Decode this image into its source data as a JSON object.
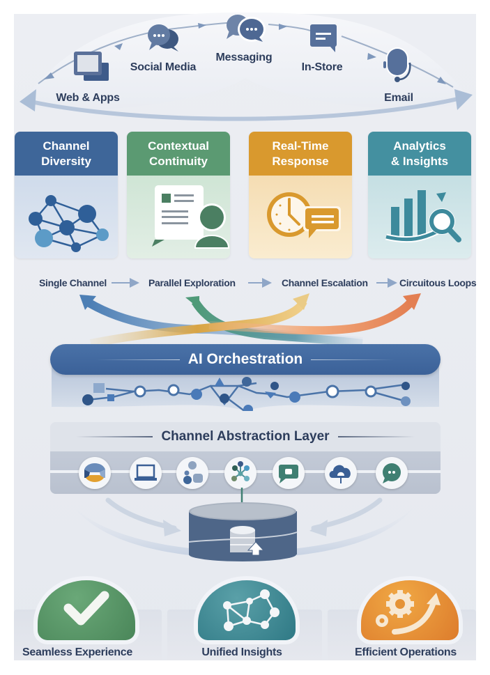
{
  "channels": {
    "items": [
      {
        "label": "Web & Apps",
        "icon": "web-apps-icon"
      },
      {
        "label": "Social Media",
        "icon": "social-chat-icon"
      },
      {
        "label": "Messaging",
        "icon": "messaging-bubbles-icon"
      },
      {
        "label": "In-Store",
        "icon": "in-store-note-icon"
      },
      {
        "label": "Email",
        "icon": "headset-icon"
      }
    ]
  },
  "pillars": [
    {
      "title": "Channel Diversity",
      "icon": "network-nodes-icon",
      "color": "#3e6699",
      "bg": "#d6e0ee"
    },
    {
      "title": "Contextual Continuity",
      "icon": "profile-document-icon",
      "color": "#5b9a72",
      "bg": "#d9eadd"
    },
    {
      "title": "Real-Time Response",
      "icon": "clock-chat-icon",
      "color": "#d9992e",
      "bg": "#f7e3bc"
    },
    {
      "title": "Analytics & Insights",
      "icon": "chart-magnifier-icon",
      "color": "#4490a0",
      "bg": "#cde3e6"
    }
  ],
  "journey": {
    "steps": [
      "Single Channel",
      "Parallel Exploration",
      "Channel Escalation",
      "Circuitous Loops"
    ],
    "arrow_colors": [
      "#4d7fb5",
      "#5a9e78",
      "#e3b35a",
      "#e8875a"
    ]
  },
  "orchestration": {
    "title": "AI Orchestration",
    "color": "#3f6599"
  },
  "abstraction": {
    "title": "Channel Abstraction Layer",
    "nodes": [
      {
        "icon": "user-hub-icon"
      },
      {
        "icon": "laptop-icon"
      },
      {
        "icon": "people-group-icon"
      },
      {
        "icon": "hub-network-icon"
      },
      {
        "icon": "chat-square-icon"
      },
      {
        "icon": "cloud-upload-icon"
      },
      {
        "icon": "chat-dots-icon"
      }
    ]
  },
  "database": {
    "icon": "database-upload-icon"
  },
  "outcomes": [
    {
      "label": "Seamless Experience",
      "icon": "checkmark-icon",
      "color": "#4f8f5e"
    },
    {
      "label": "Unified Insights",
      "icon": "network-graph-icon",
      "color": "#3b8791"
    },
    {
      "label": "Efficient Operations",
      "icon": "gears-growth-icon",
      "color": "#e2902e"
    }
  ]
}
